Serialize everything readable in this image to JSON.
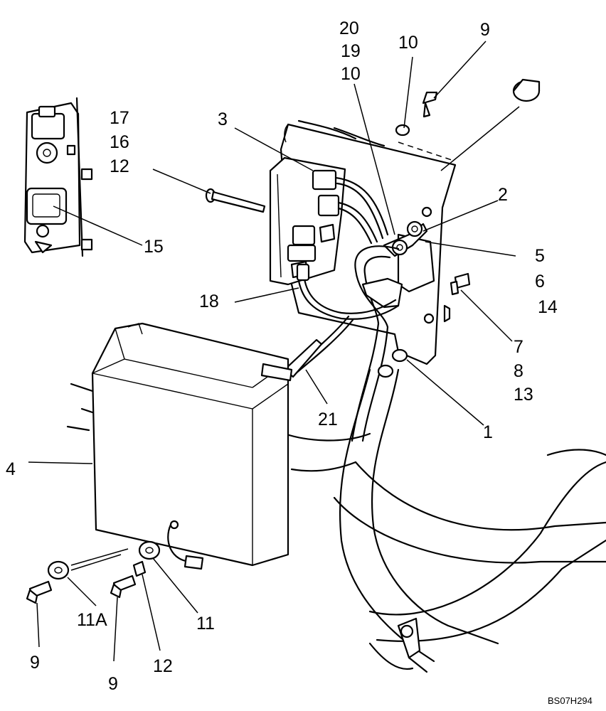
{
  "callouts": {
    "c20": "20",
    "c19": "19",
    "c10a": "10",
    "c10b": "10",
    "c9a": "9",
    "c17": "17",
    "c16": "16",
    "c12a": "12",
    "c15": "15",
    "c3": "3",
    "c2": "2",
    "c5": "5",
    "c6": "6",
    "c14": "14",
    "c18": "18",
    "c7": "7",
    "c8": "8",
    "c13": "13",
    "c1": "1",
    "c21": "21",
    "c4": "4",
    "c11a": "11A",
    "c11": "11",
    "c9b": "9",
    "c12b": "12",
    "c9c": "9"
  },
  "reference_code": "BS07H294"
}
